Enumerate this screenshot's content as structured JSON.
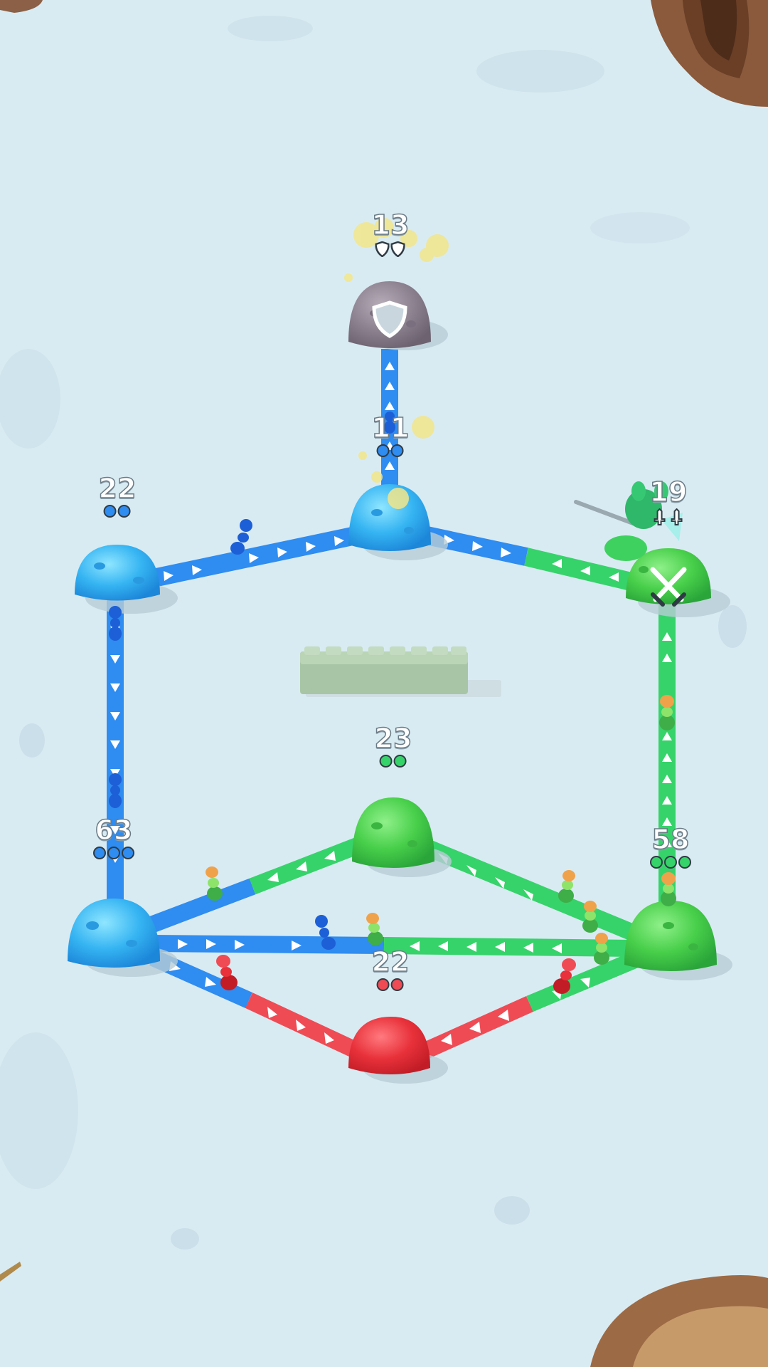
{
  "colors": {
    "blue": "#2f8cf0",
    "blue_hill": "#3fb7f2",
    "green": "#36d36a",
    "green_hill": "#4fd150",
    "red": "#ef4b55",
    "red_hill": "#e8313a",
    "neutral_hill": "#8d8290",
    "background": "#d9ebf2"
  },
  "hills": [
    {
      "id": "top-neutral",
      "count": "13",
      "team": "neutral",
      "level": 2,
      "badge": "shield-icon"
    },
    {
      "id": "center-blue",
      "count": "11",
      "team": "blue",
      "level": 2,
      "badge": "none"
    },
    {
      "id": "left-blue",
      "count": "22",
      "team": "blue",
      "level": 2,
      "badge": "none"
    },
    {
      "id": "right-green",
      "count": "19",
      "team": "green",
      "level": 2,
      "badge": "crossed-swords-icon"
    },
    {
      "id": "middle-green",
      "count": "23",
      "team": "green",
      "level": 2,
      "badge": "none"
    },
    {
      "id": "bottomleft-blue",
      "count": "63",
      "team": "blue",
      "level": 3,
      "badge": "none"
    },
    {
      "id": "bottomright-green",
      "count": "58",
      "team": "green",
      "level": 3,
      "badge": "none"
    },
    {
      "id": "bottom-red",
      "count": "22",
      "team": "red",
      "level": 2,
      "badge": "none"
    }
  ],
  "obstacle": "stone-wall"
}
